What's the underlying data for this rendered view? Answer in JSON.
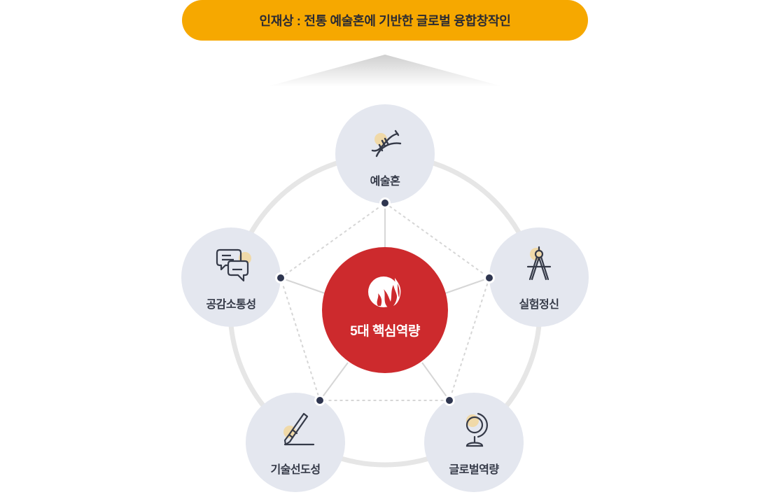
{
  "banner": {
    "text": "인재상 : 전통 예술혼에 기반한 글로벌 융합창작인",
    "color": "#f6a800"
  },
  "center": {
    "label": "5대 핵심역량",
    "icon": "flame-globe-icon",
    "color": "#cd2a2d"
  },
  "competencies": [
    {
      "label": "예술혼",
      "icon": "dna-icon"
    },
    {
      "label": "실험정신",
      "icon": "compass-icon"
    },
    {
      "label": "글로벌역량",
      "icon": "globe-icon"
    },
    {
      "label": "기술선도성",
      "icon": "pen-icon"
    },
    {
      "label": "공감소통성",
      "icon": "speech-bubbles-icon"
    }
  ],
  "colors": {
    "node_bg": "#e4e7ef",
    "ring": "#e6e6e6",
    "dot": "#2f3650",
    "accent_dot": "#f0d9a8",
    "text": "#353a48"
  }
}
